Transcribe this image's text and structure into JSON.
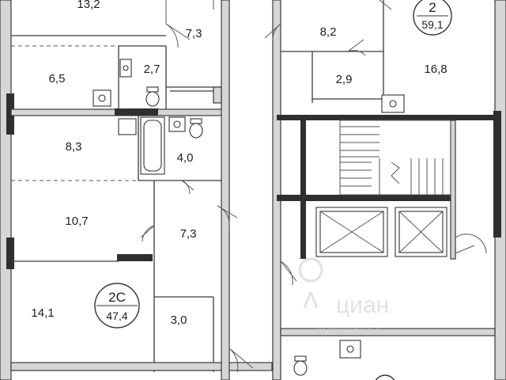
{
  "rooms": {
    "r13_2": "13,2",
    "r7_3_top": "7,3",
    "r8_2": "8,2",
    "r6_5": "6,5",
    "r2_7": "2,7",
    "r2_9": "2,9",
    "r16_8": "16,8",
    "r8_3": "8,3",
    "r4_0": "4,0",
    "r10_7": "10,7",
    "r7_3_mid": "7,3",
    "r14_1": "14,1",
    "r3_0": "3,0"
  },
  "apartments": [
    {
      "number": "2",
      "area": "59,1"
    },
    {
      "number": "2С",
      "area": "47,4"
    }
  ],
  "watermark": {
    "brand": "циан",
    "id_text": "ID 3000312451"
  },
  "colors": {
    "wall": "#d6d6d6",
    "wall_outline": "#3a3a3a",
    "heavy_wall": "#2f2f2f",
    "watermark": "#c9c9c9"
  }
}
